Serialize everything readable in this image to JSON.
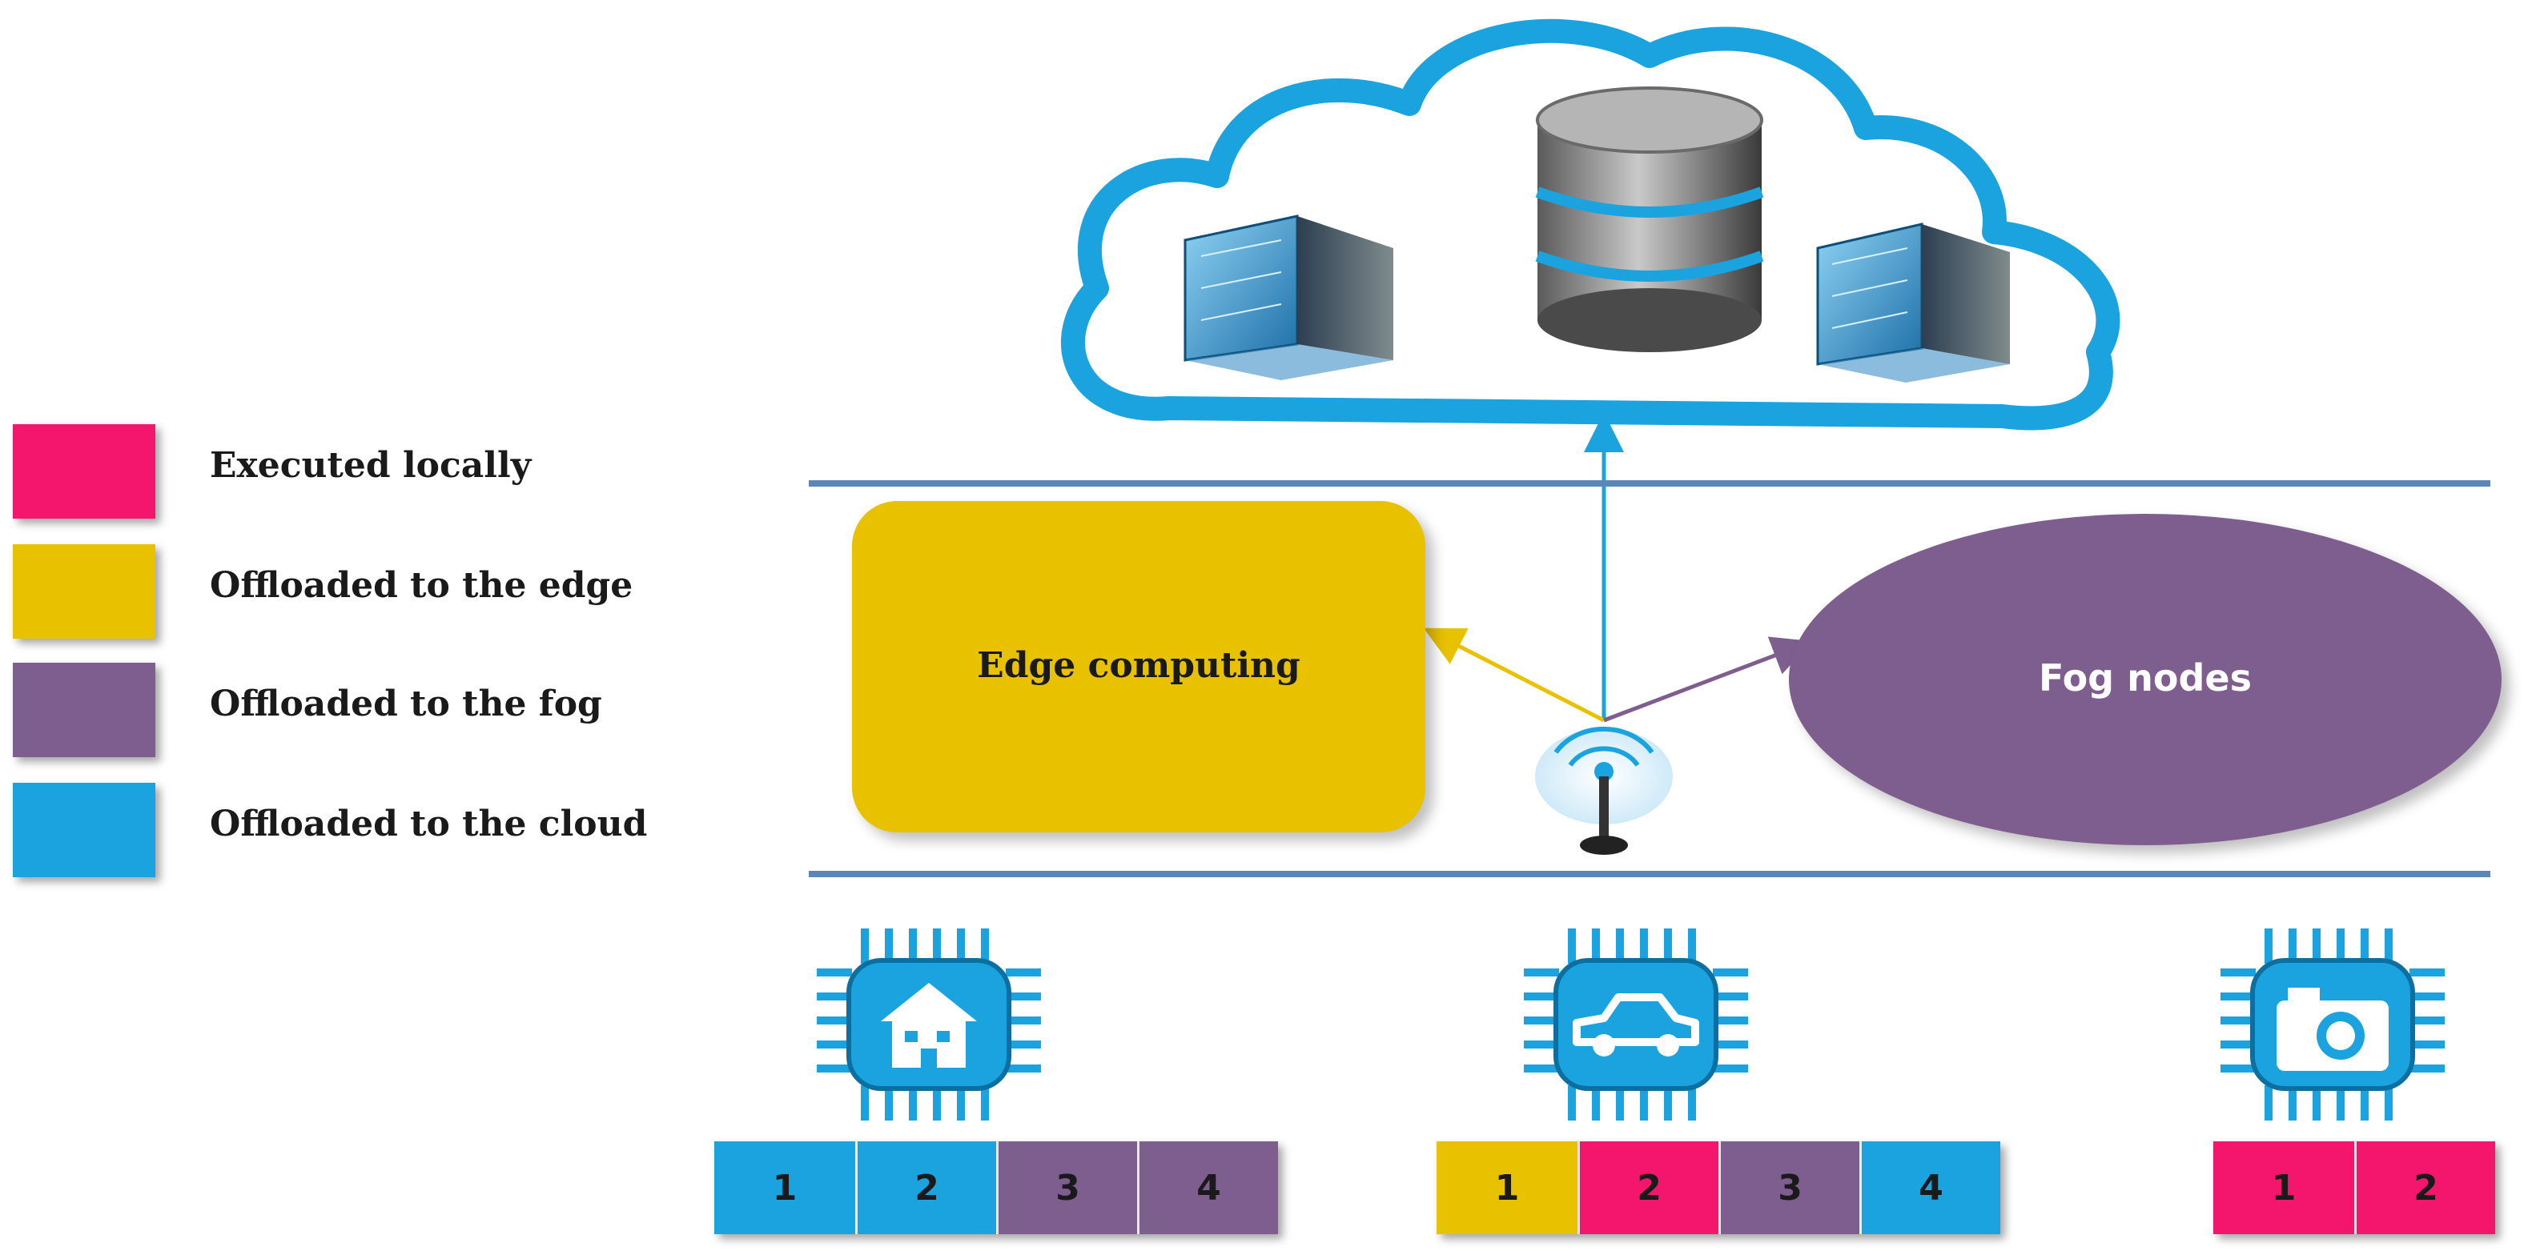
{
  "legend": [
    {
      "label": "Executed locally",
      "color": "#f4156d"
    },
    {
      "label": "Offloaded to the edge",
      "color": "#e8c100"
    },
    {
      "label": "Offloaded to the fog",
      "color": "#7e5d8f"
    },
    {
      "label": "Offloaded to the cloud",
      "color": "#1aa3de"
    }
  ],
  "edge": {
    "label": "Edge computing",
    "color": "#e8c100"
  },
  "fog": {
    "label": "Fog nodes",
    "color": "#7e5d8f"
  },
  "cloud": {
    "color": "#1aa3de"
  },
  "devices": [
    {
      "icon": "house-icon",
      "tasks": [
        {
          "label": "1",
          "color": "#1aa3de"
        },
        {
          "label": "2",
          "color": "#1aa3de"
        },
        {
          "label": "3",
          "color": "#7e5d8f"
        },
        {
          "label": "4",
          "color": "#7e5d8f"
        }
      ]
    },
    {
      "icon": "car-icon",
      "tasks": [
        {
          "label": "1",
          "color": "#e8c100"
        },
        {
          "label": "2",
          "color": "#f4156d"
        },
        {
          "label": "3",
          "color": "#7e5d8f"
        },
        {
          "label": "4",
          "color": "#1aa3de"
        }
      ]
    },
    {
      "icon": "camera-icon",
      "tasks": [
        {
          "label": "1",
          "color": "#f4156d"
        },
        {
          "label": "2",
          "color": "#f4156d"
        }
      ]
    }
  ]
}
